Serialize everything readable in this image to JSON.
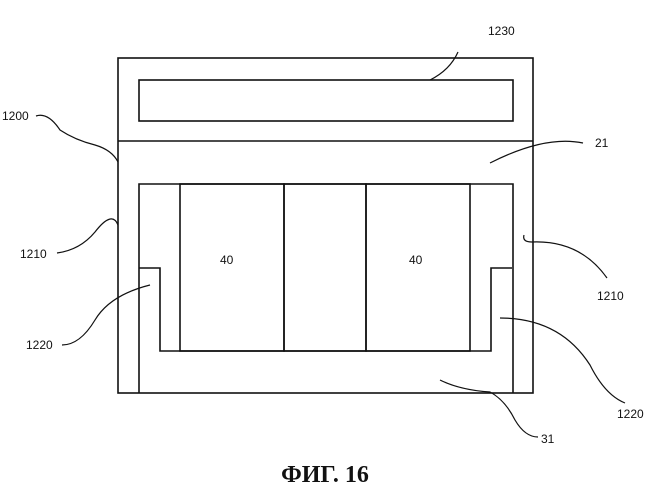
{
  "labels": {
    "ref_1230": "1230",
    "ref_1200": "1200",
    "ref_21": "21",
    "ref_1210_left": "1210",
    "ref_1210_right": "1210",
    "ref_1220_left": "1220",
    "ref_1220_right": "1220",
    "ref_31": "31",
    "block_left": "40",
    "block_right": "40"
  },
  "caption": "ФИГ. 16"
}
